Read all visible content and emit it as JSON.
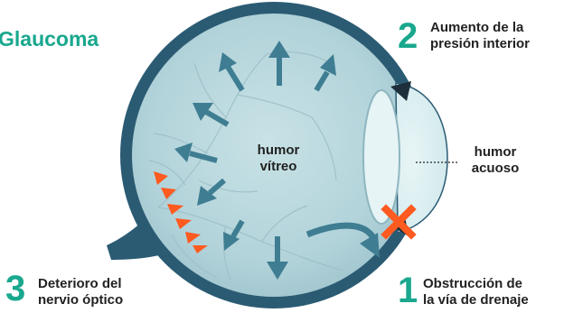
{
  "title": "Glaucoma",
  "labels": {
    "humor_vitreo": [
      "humor",
      "vítreo"
    ],
    "humor_acuoso": [
      "humor",
      "acuoso"
    ]
  },
  "steps": [
    {
      "number": "1",
      "lines": [
        "Obstrucción de",
        "la vía de drenaje"
      ]
    },
    {
      "number": "2",
      "lines": [
        "Aumento de la",
        "presión interior"
      ]
    },
    {
      "number": "3",
      "lines": [
        "Deterioro del",
        "nervio óptico"
      ]
    }
  ],
  "colors": {
    "accent": "#19a88e",
    "eyeball": "#b6d6dc",
    "sclera": "#2b5b73",
    "arrow": "#3f7d92",
    "warning": "#ff5a1f",
    "text": "#222222"
  }
}
